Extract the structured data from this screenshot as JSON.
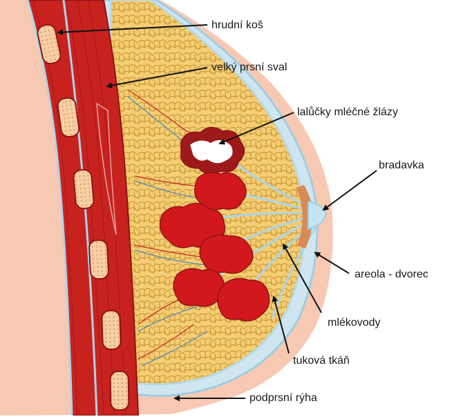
{
  "labels": {
    "rib_cage": "hrudní koš",
    "pectoral_muscle": "velký prsní sval",
    "lobules": "lalůčky mléčné žlázy",
    "nipple": "bradavka",
    "areola": "areola - dvorec",
    "milk_ducts": "mlékovody",
    "fat_tissue": "tuková tkáň",
    "inframammary_fold": "podprsní rýha"
  },
  "colors": {
    "skin": "#f7c9b3",
    "fat": "#f2c66a",
    "fat_outline": "#c99a36",
    "membrane": "#a9d6ea",
    "muscle": "#c8221f",
    "muscle_dark": "#8c1413",
    "rib": "#f3c79a",
    "gland": "#d2181c",
    "areola": "#d98a55",
    "arrow": "#111111"
  }
}
